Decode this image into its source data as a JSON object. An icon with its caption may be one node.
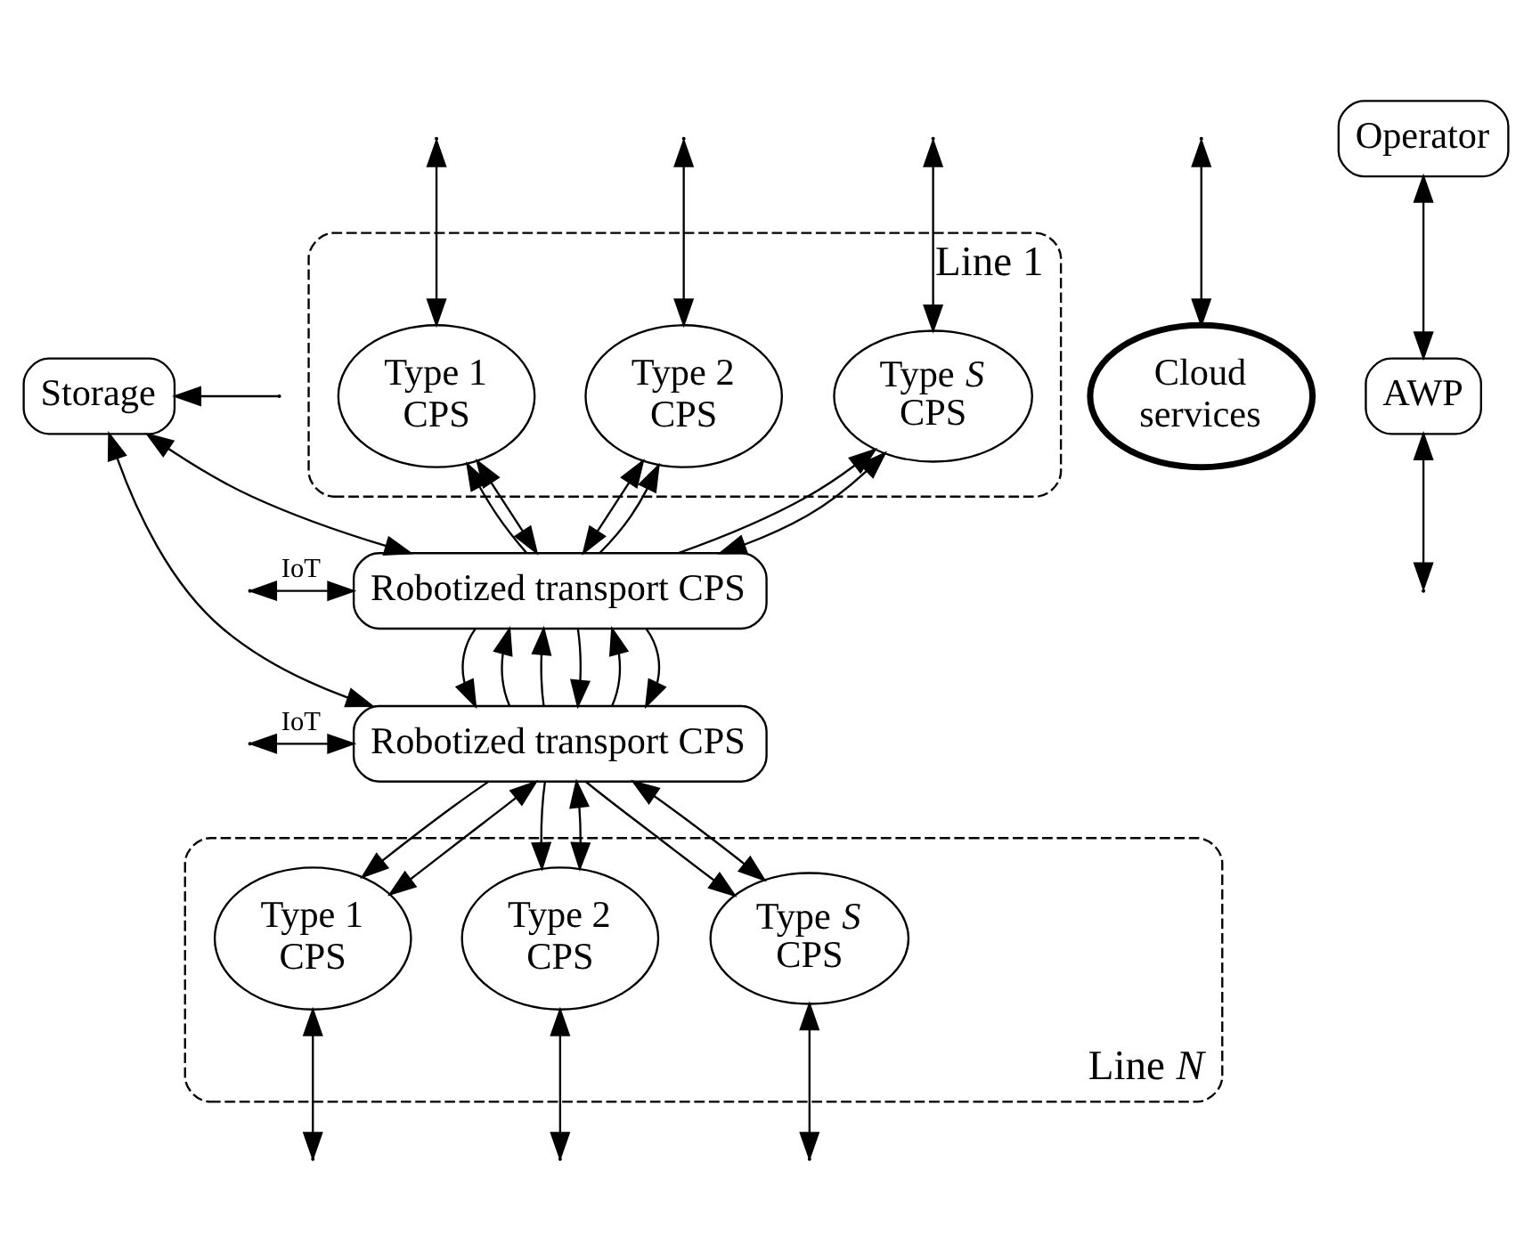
{
  "diagram": {
    "nodes": [
      {
        "text": [
          "Line 1"
        ]
      },
      {
        "text": [
          "Type 1 CPS"
        ],
        "in": 0
      },
      {
        "text": [
          "Type 2 CPS"
        ],
        "in": 0
      },
      {
        "text": [
          "Type *S* CPS"
        ],
        "in": 0
      },
      {
        "text": [
          "Cloud services"
        ]
      },
      {
        "text": [
          "Robotized transport CPS"
        ]
      },
      {
        "text": [
          "Robotized transport CPS"
        ]
      },
      {
        "text": [
          "Storage"
        ]
      },
      {
        "text": [
          "Line *N*"
        ]
      },
      {
        "text": [
          "Type 1 CPS"
        ],
        "in": 8
      },
      {
        "text": [
          "Type 2 CPS"
        ],
        "in": 8
      },
      {
        "text": [
          "Type *S* CPS"
        ],
        "in": 8
      },
      {
        "text": [
          "Operator"
        ]
      },
      {
        "text": [
          "AWP"
        ]
      }
    ],
    "edges": [
      {
        "from": null,
        "to": 1,
        "arrow": "both"
      },
      {
        "from": null,
        "to": 2,
        "arrow": "both"
      },
      {
        "from": null,
        "to": 3,
        "arrow": "both"
      },
      {
        "from": null,
        "to": 4,
        "arrow": "both"
      },
      {
        "from": 1,
        "to": 5,
        "arrow": "both"
      },
      {
        "from": 5,
        "to": 1,
        "arrow": "to"
      },
      {
        "from": 2,
        "to": 5,
        "arrow": "both"
      },
      {
        "from": 5,
        "to": 2,
        "arrow": "to"
      },
      {
        "from": 3,
        "to": 5,
        "arrow": "both"
      },
      {
        "from": 5,
        "to": 3,
        "arrow": "to"
      },
      {
        "from": null,
        "to": 5,
        "arrow": "both",
        "label": "IoT"
      },
      {
        "from": null,
        "to": 6,
        "arrow": "both",
        "label": "IoT"
      },
      {
        "from": 7,
        "to": 5,
        "arrow": "both"
      },
      {
        "from": 7,
        "to": 6,
        "arrow": "both"
      },
      {
        "from": null,
        "to": 7,
        "arrow": "to"
      },
      {
        "from": 6,
        "to": 5,
        "arrow": "to"
      },
      {
        "from": 5,
        "to": 6,
        "arrow": "to"
      },
      {
        "from": 6,
        "to": 5,
        "arrow": "to"
      },
      {
        "from": 5,
        "to": 6,
        "arrow": "to"
      },
      {
        "from": 6,
        "to": 5,
        "arrow": "to"
      },
      {
        "from": 5,
        "to": 6,
        "arrow": "to"
      },
      {
        "from": 6,
        "to": 9,
        "arrow": "to"
      },
      {
        "from": 6,
        "to": 9,
        "arrow": "both"
      },
      {
        "from": 6,
        "to": 10,
        "arrow": "to"
      },
      {
        "from": 6,
        "to": 10,
        "arrow": "both"
      },
      {
        "from": 6,
        "to": 11,
        "arrow": "to"
      },
      {
        "from": 6,
        "to": 11,
        "arrow": "both"
      },
      {
        "from": 9,
        "to": null,
        "arrow": "both"
      },
      {
        "from": 10,
        "to": null,
        "arrow": "both"
      },
      {
        "from": 11,
        "to": null,
        "arrow": "both"
      },
      {
        "from": 12,
        "to": 13,
        "arrow": "both"
      },
      {
        "from": 13,
        "to": null,
        "arrow": "both"
      }
    ]
  }
}
